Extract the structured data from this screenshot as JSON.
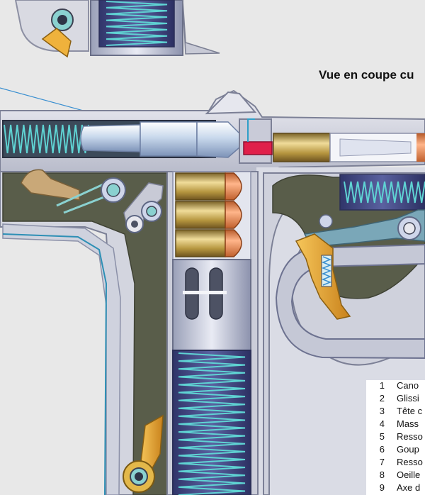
{
  "title": "Vue en coupe cu",
  "legend": [
    {
      "num": "1",
      "label": "Cano"
    },
    {
      "num": "2",
      "label": "Glissi"
    },
    {
      "num": "3",
      "label": "Tête c"
    },
    {
      "num": "4",
      "label": "Mass"
    },
    {
      "num": "5",
      "label": "Resso"
    },
    {
      "num": "6",
      "label": "Goup"
    },
    {
      "num": "7",
      "label": "Resso"
    },
    {
      "num": "8",
      "label": "Oeille"
    },
    {
      "num": "9",
      "label": "Axe d"
    }
  ],
  "colors": {
    "background": "#e8e8e8",
    "frame": "#d6d7df",
    "frame_shadow": "#b8b9c6",
    "frame_dark": "#5a5f55",
    "interior": "#585c49",
    "spring": "#5fd3d3",
    "spring_tube": "#4a4f8a",
    "brass": "#b89a4a",
    "copper": "#e59462",
    "gold_part": "#e8a838",
    "tan_part": "#c9a878",
    "red_part": "#e0204a",
    "leader_line": "#3a8fd0"
  },
  "icons": [
    "recoil-spring",
    "cartridge",
    "magazine-spring",
    "hammer",
    "trigger",
    "sear-spring"
  ]
}
